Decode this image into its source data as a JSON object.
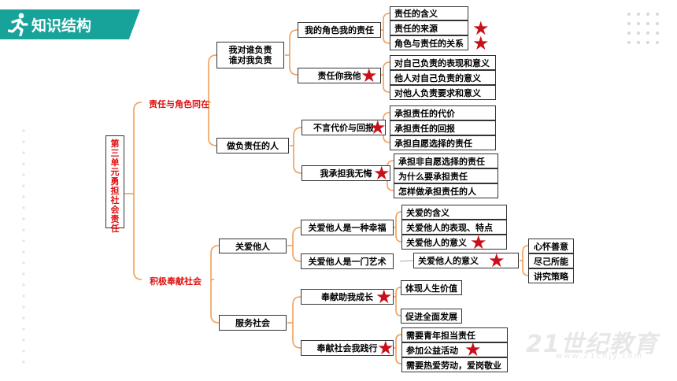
{
  "header": {
    "title": "知识结构",
    "icon": "runner-icon"
  },
  "root": "第三单元 勇担社会责任",
  "level1": [
    "责任与角色同在",
    "积极奉献社会"
  ],
  "level2": [
    "我对谁负责\n谁对我负责",
    "做负责任的人",
    "关爱他人",
    "服务社会"
  ],
  "level3": [
    "我的角色我的责任",
    "责任你我他",
    "不言代价与回报",
    "我承担我无悔",
    "关爱他人是一种幸福",
    "关爱他人是一门艺术",
    "奉献助我成长",
    "奉献社会我践行"
  ],
  "leaves": {
    "role": [
      "责任的含义",
      "责任的来源",
      "角色与责任的关系"
    ],
    "everyone": [
      "对自己负责的表现和意义",
      "他人对自己负责的意义",
      "对他人负责要求和意义"
    ],
    "cost": [
      "承担责任的代价",
      "承担责任的回报",
      "承担自愿选择的责任"
    ],
    "regret": [
      "承担非自愿选择的责任",
      "为什么要承担责任",
      "怎样做承担责任的人"
    ],
    "happy": [
      "关爱的含义",
      "关爱他人的表现、特点",
      "关爱他人的意义"
    ],
    "art": [
      "关爱他人的意义"
    ],
    "art_sub": [
      "心怀善意",
      "尽己所能",
      "讲究策略"
    ],
    "grow": [
      "体现人生价值",
      "促进全面发展"
    ],
    "practice": [
      "需要青年担当责任",
      "参加公益活动",
      "需要热爱劳动，爱岗敬业"
    ]
  },
  "watermark": {
    "brand": "21世纪教育",
    "url": "www.21cnjy.com"
  },
  "colors": {
    "banner": "#17a39a",
    "connector": "#f0a05a",
    "accent_text": "#dd1111",
    "star": "#c8101a"
  }
}
